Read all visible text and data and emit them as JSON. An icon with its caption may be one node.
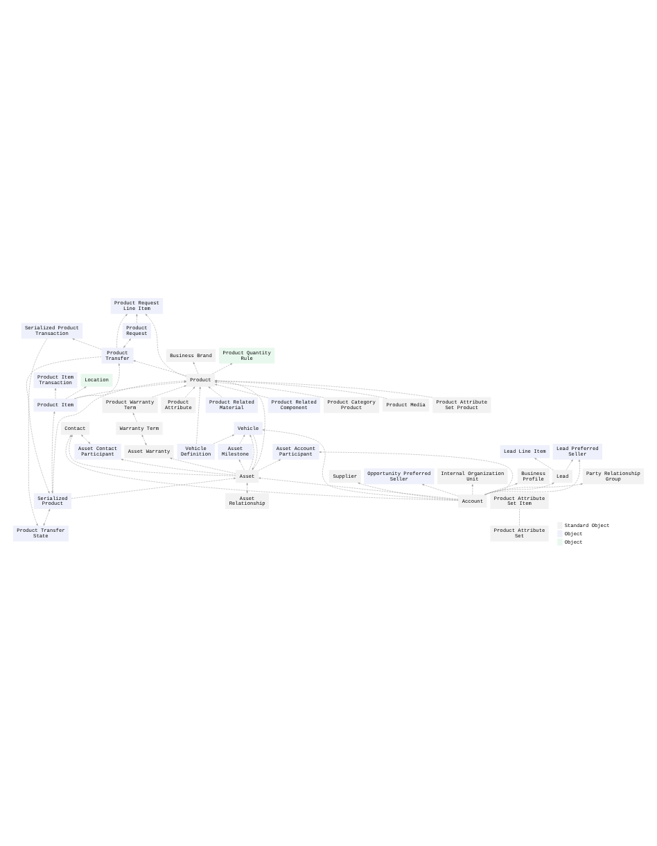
{
  "diagram": {
    "nodes": [
      {
        "text": [
          "Product Transfer State"
        ]
      },
      {
        "text": [
          "Product Transfer"
        ]
      },
      {
        "text": [
          "Product Request"
        ]
      },
      {
        "text": [
          "Product Attribute"
        ]
      },
      {
        "text": [
          "Serialized Product Transaction"
        ]
      },
      {
        "text": [
          "Product Request Line Item"
        ]
      },
      {
        "text": [
          "Product Quantity Rule"
        ]
      },
      {
        "text": [
          "Product Related Material"
        ]
      },
      {
        "text": [
          "Serialized Product"
        ]
      },
      {
        "text": [
          "Product Item"
        ]
      },
      {
        "text": [
          "Product Item Transaction"
        ]
      },
      {
        "text": [
          "Location"
        ]
      },
      {
        "text": [
          "Product Related Component"
        ]
      },
      {
        "text": [
          "Product"
        ]
      },
      {
        "text": [
          "Asset Contact Participant"
        ]
      },
      {
        "text": [
          "Asset Milestone"
        ]
      },
      {
        "text": [
          "Vehicle"
        ]
      },
      {
        "text": [
          "Contact"
        ]
      },
      {
        "text": [
          "Asset"
        ]
      },
      {
        "text": [
          "Asset Account Participant"
        ]
      },
      {
        "text": [
          "Asset Relationship"
        ]
      },
      {
        "text": [
          "Asset Warranty"
        ]
      },
      {
        "text": [
          "Vehicle Definition"
        ]
      },
      {
        "text": [
          "Product Category Product"
        ]
      },
      {
        "text": [
          "Product Attribute Set"
        ]
      },
      {
        "text": [
          "Product Media"
        ]
      },
      {
        "text": [
          "Product Attribute Set Product"
        ]
      },
      {
        "text": [
          "Product Attribute Set Item"
        ]
      },
      {
        "text": [
          "Warranty Term"
        ]
      },
      {
        "text": [
          "Product Warranty Term"
        ]
      },
      {
        "text": [
          "Party Relationship Group"
        ]
      },
      {
        "text": [
          "Lead Preferred Seller"
        ]
      },
      {
        "text": [
          "Lead Line Item"
        ]
      },
      {
        "text": [
          "Supplier"
        ]
      },
      {
        "text": [
          "Opportunity Preferred Seller"
        ]
      },
      {
        "text": [
          "Internal Organization Unit"
        ]
      },
      {
        "text": [
          "Business Profile"
        ]
      },
      {
        "text": [
          "Lead"
        ]
      },
      {
        "text": [
          "Account"
        ]
      },
      {
        "text": [
          "Business Brand"
        ]
      }
    ],
    "edges": [
      {
        "from": 1,
        "to": 0,
        "arrow": "to",
        "style": "dashed"
      },
      {
        "from": 1,
        "to": 2,
        "arrow": "both",
        "style": "dashed"
      },
      {
        "from": 1,
        "to": 5,
        "arrow": "to",
        "style": "dashed"
      },
      {
        "from": 2,
        "to": 5,
        "arrow": "to",
        "style": "dashed"
      },
      {
        "from": 13,
        "to": 1,
        "arrow": "to",
        "style": "dashed"
      },
      {
        "from": 3,
        "to": 13,
        "arrow": "to",
        "style": "dashed"
      },
      {
        "from": 13,
        "to": 6,
        "arrow": "to",
        "style": "dashed"
      },
      {
        "from": 7,
        "to": 13,
        "arrow": "to",
        "style": "dashed"
      },
      {
        "from": 13,
        "to": 5,
        "arrow": "to",
        "style": "dashed"
      },
      {
        "from": 1,
        "to": 4,
        "arrow": "to",
        "style": "dashed"
      },
      {
        "from": 4,
        "to": 8,
        "arrow": "to",
        "style": "dashed"
      },
      {
        "from": 0,
        "to": 8,
        "arrow": "both",
        "style": "dashed"
      },
      {
        "from": 9,
        "to": 1,
        "arrow": "to",
        "style": "dashed"
      },
      {
        "from": 8,
        "to": 9,
        "arrow": "both",
        "style": "dashed"
      },
      {
        "from": 9,
        "to": 10,
        "arrow": "to",
        "style": "dashed"
      },
      {
        "from": 9,
        "to": 11,
        "arrow": "to",
        "style": "dashed"
      },
      {
        "from": 12,
        "to": 13,
        "arrow": "to",
        "style": "dashed"
      },
      {
        "from": 9,
        "to": 13,
        "arrow": "to",
        "style": "dashed"
      },
      {
        "from": 8,
        "to": 13,
        "arrow": "to",
        "style": "dashed"
      },
      {
        "from": 8,
        "to": 18,
        "arrow": "to",
        "style": "dashed"
      },
      {
        "from": 14,
        "to": 17,
        "arrow": "both",
        "style": "dashed"
      },
      {
        "from": 18,
        "to": 14,
        "arrow": "to",
        "style": "dashed"
      },
      {
        "from": 18,
        "to": 15,
        "arrow": "to",
        "style": "dashed"
      },
      {
        "from": 15,
        "to": 16,
        "arrow": "to",
        "style": "dashed"
      },
      {
        "from": 18,
        "to": 16,
        "arrow": "to",
        "style": "dashed"
      },
      {
        "from": 16,
        "to": 18,
        "arrow": "to",
        "style": "dashed"
      },
      {
        "from": 18,
        "to": 17,
        "arrow": "to",
        "style": "dashed"
      },
      {
        "from": 38,
        "to": 17,
        "arrow": "to",
        "style": "dashed"
      },
      {
        "from": 18,
        "to": 19,
        "arrow": "to",
        "style": "dashed"
      },
      {
        "from": 38,
        "to": 19,
        "arrow": "to",
        "style": "dashed"
      },
      {
        "from": 18,
        "to": 13,
        "arrow": "to",
        "style": "dashed"
      },
      {
        "from": 20,
        "to": 18,
        "arrow": "both",
        "style": "dashed"
      },
      {
        "from": 18,
        "to": 21,
        "arrow": "to",
        "style": "dashed"
      },
      {
        "from": 21,
        "to": 28,
        "arrow": "both",
        "style": "dashed"
      },
      {
        "from": 28,
        "to": 29,
        "arrow": "to",
        "style": "dashed"
      },
      {
        "from": 29,
        "to": 13,
        "arrow": "to",
        "style": "dashed"
      },
      {
        "from": 38,
        "to": 18,
        "arrow": "to",
        "style": "dashed"
      },
      {
        "from": 38,
        "to": 16,
        "arrow": "to",
        "style": "dashed"
      },
      {
        "from": 22,
        "to": 16,
        "arrow": "to",
        "style": "dashed"
      },
      {
        "from": 22,
        "to": 13,
        "arrow": "to",
        "style": "dashed"
      },
      {
        "from": 23,
        "to": 13,
        "arrow": "to",
        "style": "dashed"
      },
      {
        "from": 24,
        "to": 27,
        "arrow": "none",
        "style": "dashed"
      },
      {
        "from": 26,
        "to": 13,
        "arrow": "to",
        "style": "dashed"
      },
      {
        "from": 25,
        "to": 13,
        "arrow": "to",
        "style": "dashed"
      },
      {
        "from": 38,
        "to": 30,
        "arrow": "to",
        "style": "dashed"
      },
      {
        "from": 37,
        "to": 31,
        "arrow": "to",
        "style": "dashed"
      },
      {
        "from": 37,
        "to": 32,
        "arrow": "to",
        "style": "dashed"
      },
      {
        "from": 38,
        "to": 31,
        "arrow": "to",
        "style": "dashed"
      },
      {
        "from": 38,
        "to": 33,
        "arrow": "to",
        "style": "dashed"
      },
      {
        "from": 38,
        "to": 34,
        "arrow": "to",
        "style": "dashed"
      },
      {
        "from": 38,
        "to": 35,
        "arrow": "to",
        "style": "dashed"
      },
      {
        "from": 38,
        "to": 36,
        "arrow": "to",
        "style": "dashed"
      },
      {
        "from": 38,
        "to": 37,
        "arrow": "to",
        "style": "dashed"
      },
      {
        "from": 13,
        "to": 39,
        "arrow": "to",
        "style": "dashed"
      }
    ],
    "legend": [
      {
        "text": "Standard Object",
        "color": "#f2f2f2"
      },
      {
        "text": "Object",
        "color": "#eef0fb"
      },
      {
        "text": "Object",
        "color": "#e8f8ee"
      }
    ]
  }
}
